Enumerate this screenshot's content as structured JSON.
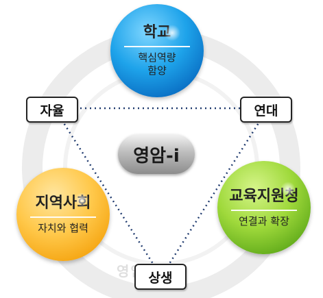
{
  "center": {
    "label": "영암-i"
  },
  "nodes": {
    "school": {
      "title": "학교",
      "subtitle": "핵심역량\n함양"
    },
    "community": {
      "title": "지역사회",
      "subtitle": "자치와 협력"
    },
    "office": {
      "title": "교육지원청",
      "subtitle": "연결과 확장"
    }
  },
  "tags": {
    "autonomy": "자율",
    "solidarity": "연대",
    "coexistence": "상생"
  },
  "watermark": "영암교육",
  "colors": {
    "school": "#1ea3ea",
    "community": "#ffc84a",
    "office": "#9fd93b",
    "connector": "#1f3a6e"
  }
}
